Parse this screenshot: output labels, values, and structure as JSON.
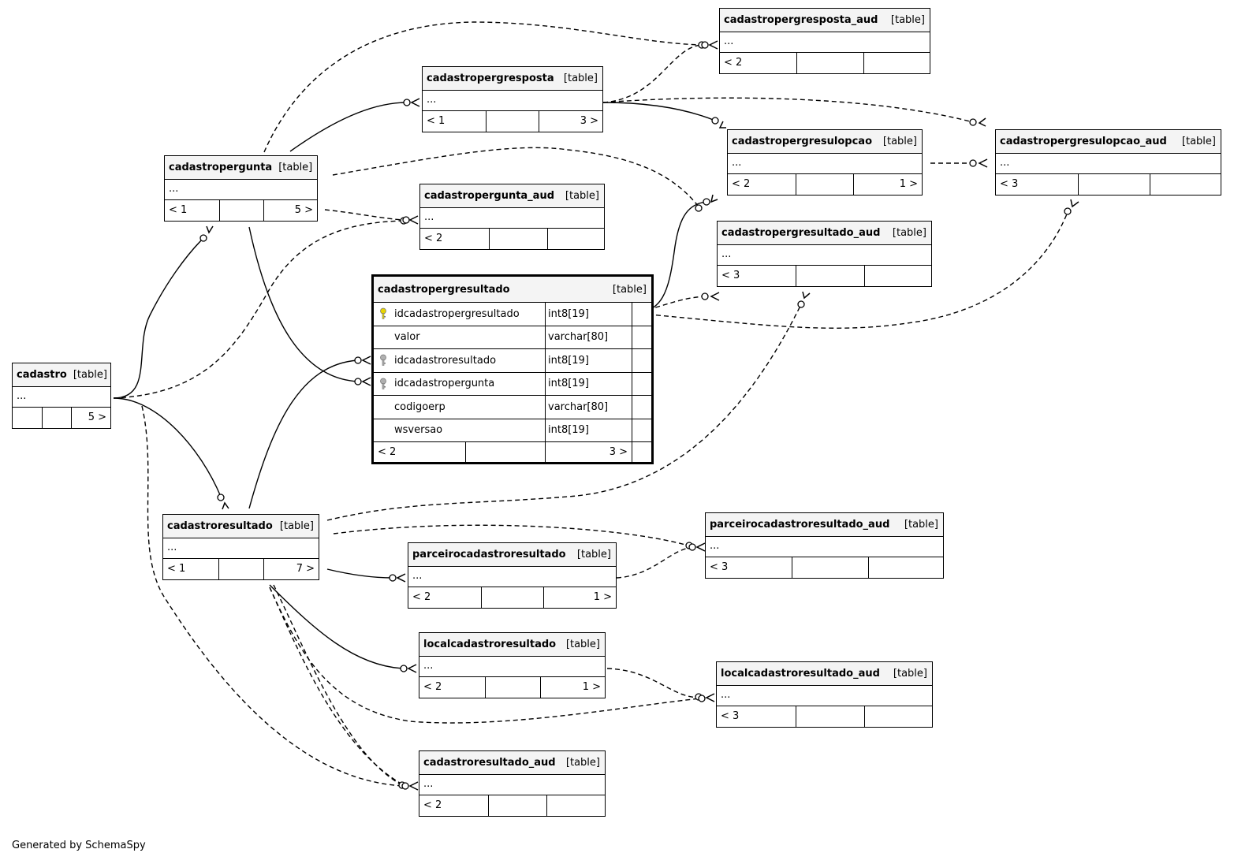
{
  "tables": {
    "cadastropergresposta_aud": {
      "name": "cadastropergresposta_aud",
      "type": "[table]",
      "cols": "...",
      "left": "< 2",
      "right": ""
    },
    "cadastropergresposta": {
      "name": "cadastropergresposta",
      "type": "[table]",
      "cols": "...",
      "left": "< 1",
      "right": "3 >"
    },
    "cadastropergresulopcao": {
      "name": "cadastropergresulopcao",
      "type": "[table]",
      "cols": "...",
      "left": "< 2",
      "right": "1 >"
    },
    "cadastropergresulopcao_aud": {
      "name": "cadastropergresulopcao_aud",
      "type": "[table]",
      "cols": "...",
      "left": "< 3",
      "right": ""
    },
    "cadastropergunta": {
      "name": "cadastropergunta",
      "type": "[table]",
      "cols": "...",
      "left": "< 1",
      "right": "5 >"
    },
    "cadastropergunta_aud": {
      "name": "cadastropergunta_aud",
      "type": "[table]",
      "cols": "...",
      "left": "< 2",
      "right": ""
    },
    "cadastropergresultado_aud": {
      "name": "cadastropergresultado_aud",
      "type": "[table]",
      "cols": "...",
      "left": "< 3",
      "right": ""
    },
    "cadastro": {
      "name": "cadastro",
      "type": "[table]",
      "cols": "...",
      "left": "",
      "right": "5 >"
    },
    "cadastroresultado": {
      "name": "cadastroresultado",
      "type": "[table]",
      "cols": "...",
      "left": "< 1",
      "right": "7 >"
    },
    "parceirocadastroresultado_aud": {
      "name": "parceirocadastroresultado_aud",
      "type": "[table]",
      "cols": "...",
      "left": "< 3",
      "right": ""
    },
    "parceirocadastroresultado": {
      "name": "parceirocadastroresultado",
      "type": "[table]",
      "cols": "...",
      "left": "< 2",
      "right": "1 >"
    },
    "localcadastroresultado": {
      "name": "localcadastroresultado",
      "type": "[table]",
      "cols": "...",
      "left": "< 2",
      "right": "1 >"
    },
    "localcadastroresultado_aud": {
      "name": "localcadastroresultado_aud",
      "type": "[table]",
      "cols": "...",
      "left": "< 3",
      "right": ""
    },
    "cadastroresultado_aud": {
      "name": "cadastroresultado_aud",
      "type": "[table]",
      "cols": "...",
      "left": "< 2",
      "right": ""
    }
  },
  "focus": {
    "name": "cadastropergresultado",
    "type": "[table]",
    "columns": [
      {
        "name": "idcadastropergresultado",
        "type": "int8[19]",
        "key": "primary-key-icon"
      },
      {
        "name": "valor",
        "type": "varchar[80]",
        "key": ""
      },
      {
        "name": "idcadastroresultado",
        "type": "int8[19]",
        "key": "foreign-key-icon"
      },
      {
        "name": "idcadastropergunta",
        "type": "int8[19]",
        "key": "foreign-key-icon"
      },
      {
        "name": "codigoerp",
        "type": "varchar[80]",
        "key": ""
      },
      {
        "name": "wsversao",
        "type": "int8[19]",
        "key": ""
      }
    ],
    "left": "< 2",
    "right": "3 >"
  },
  "colors": {
    "primary_key": "#e8d400",
    "foreign_key": "#b0b0b0",
    "header_bg": "#f4f4f4"
  },
  "footer": "Generated by SchemaSpy"
}
